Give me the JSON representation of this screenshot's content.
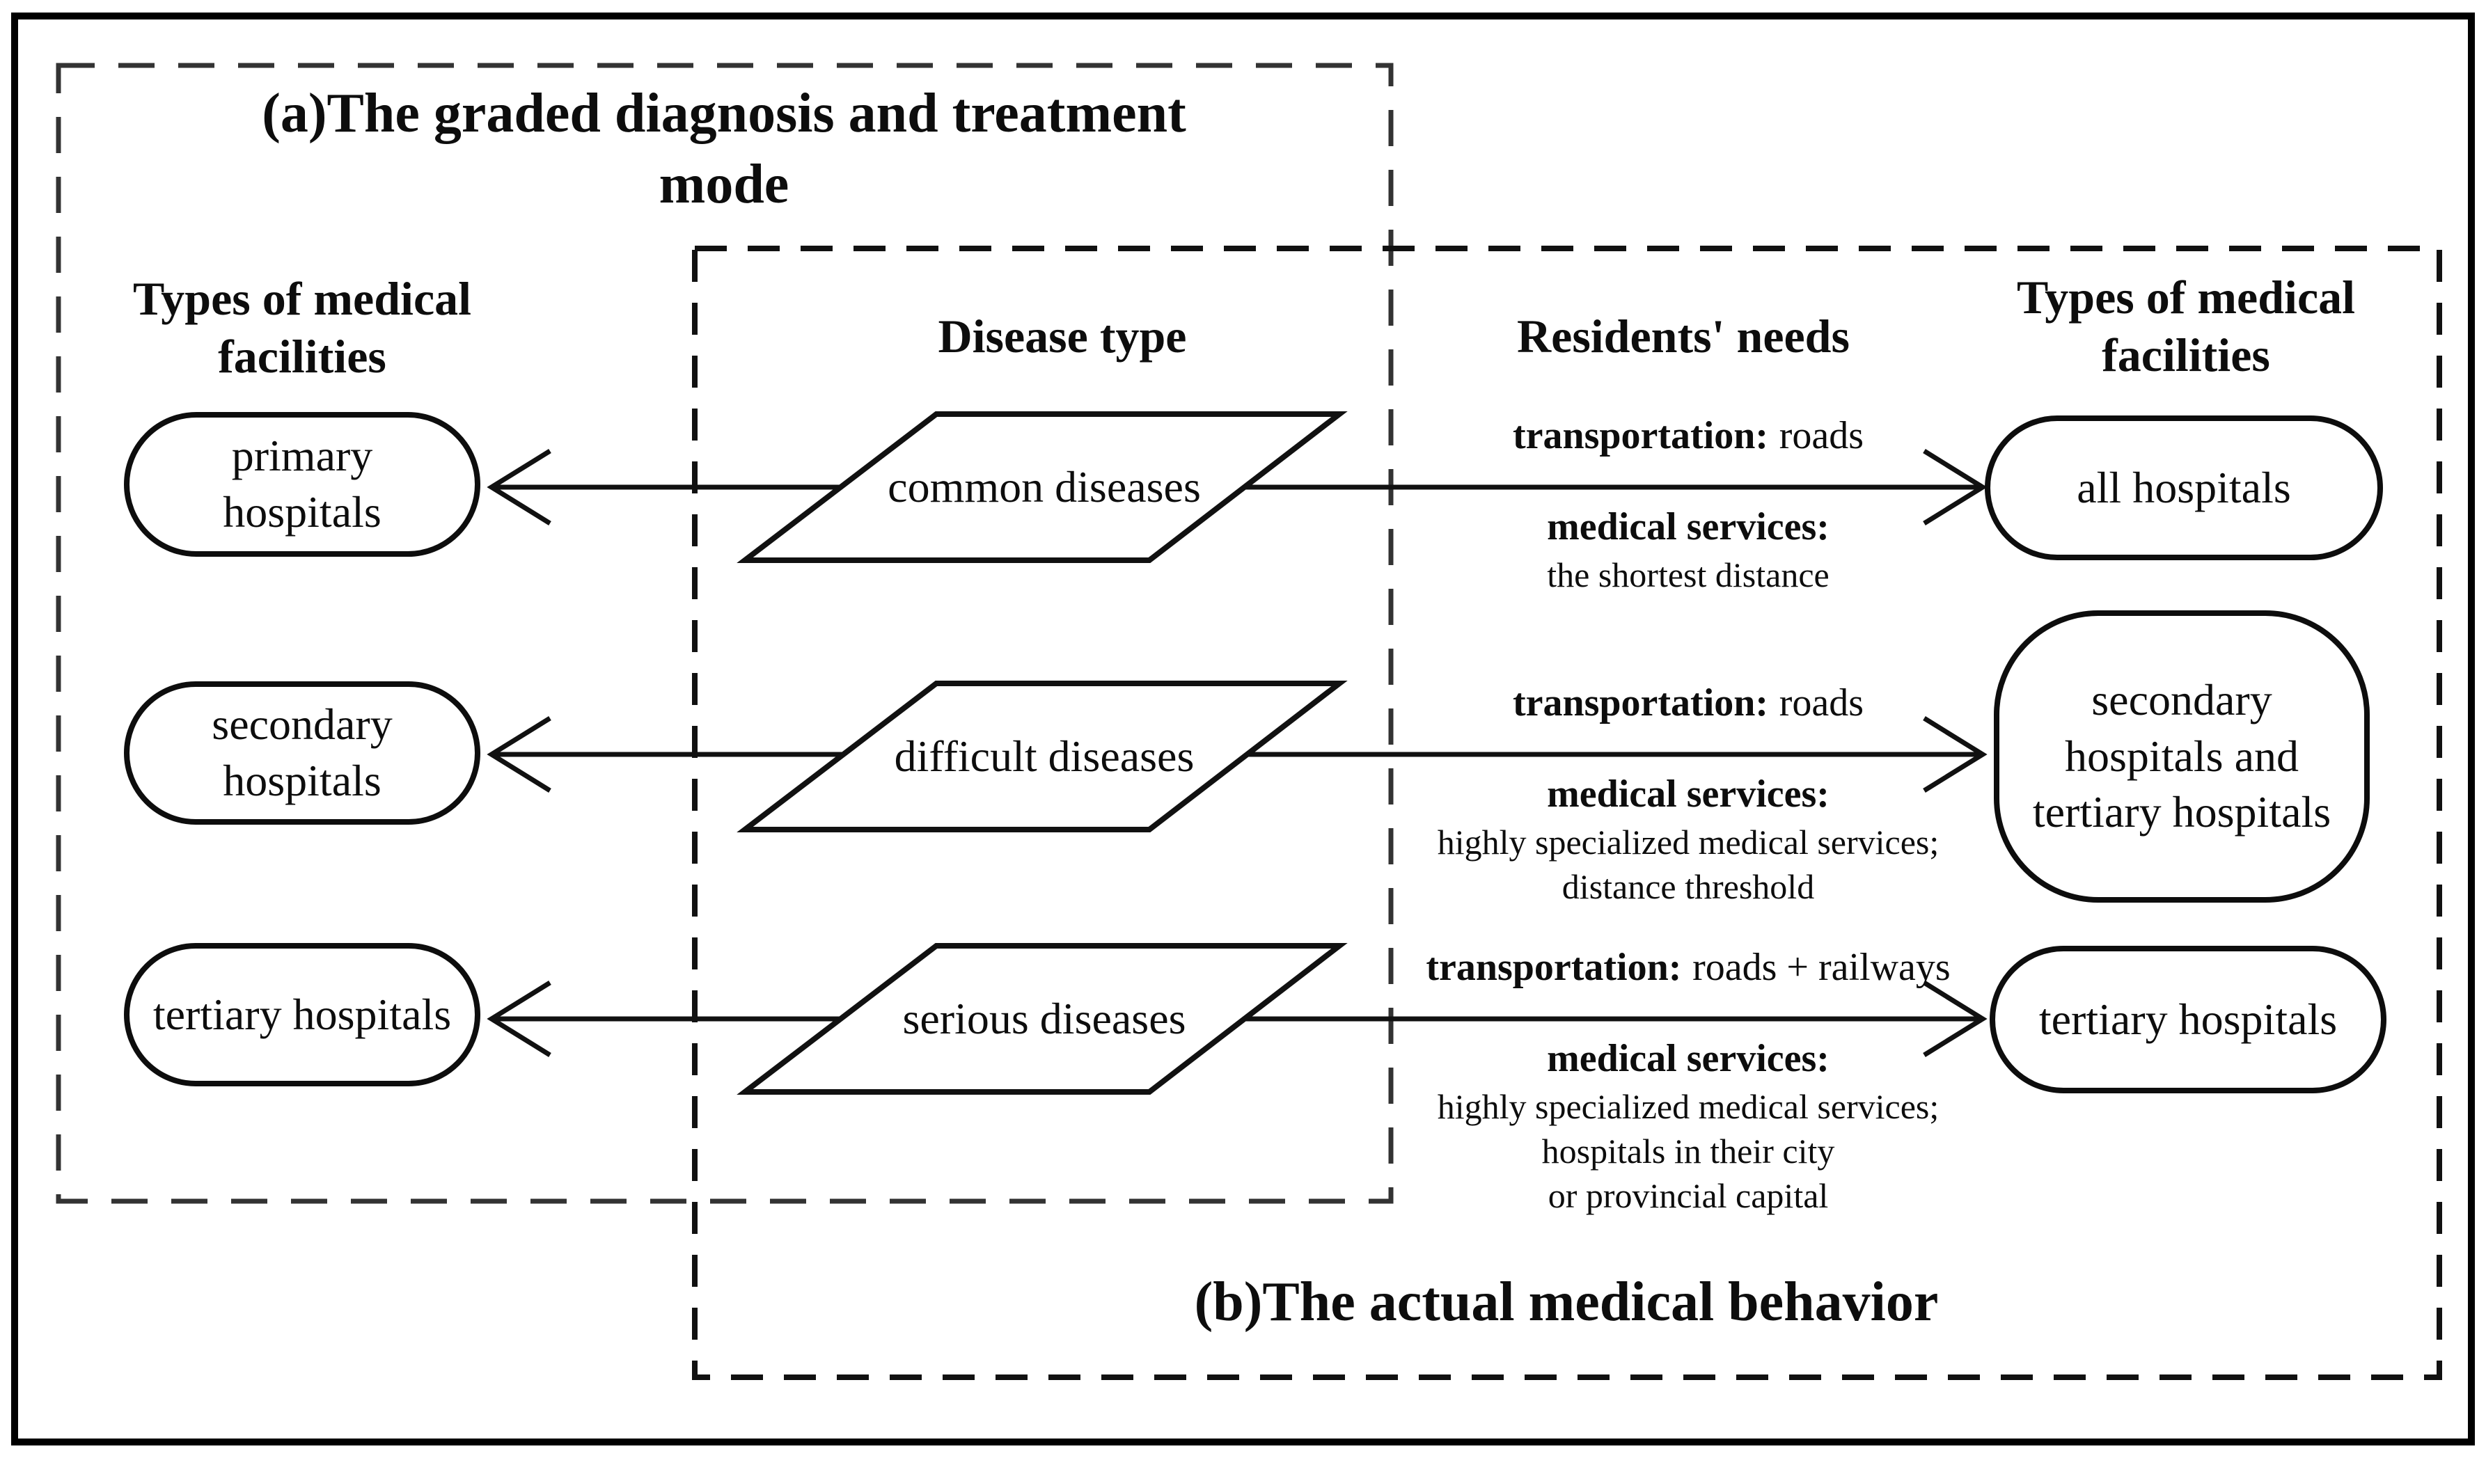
{
  "section_a": {
    "title_lines": [
      "(a)The graded diagnosis and treatment",
      "mode"
    ]
  },
  "section_b": {
    "title": "(b)The actual medical behavior"
  },
  "headers": {
    "graded_facilities": "Types of medical facilities",
    "disease_type": "Disease type",
    "residents_needs": "Residents' needs",
    "actual_facilities": "Types of medical facilities"
  },
  "rows": [
    {
      "graded_facility": "primary hospitals",
      "disease": "common diseases",
      "transportation_label": "transportation:",
      "transportation_value": "roads",
      "services_label": "medical services:",
      "services_lines": [
        "the shortest distance"
      ],
      "actual_facility": "all hospitals"
    },
    {
      "graded_facility": "secondary hospitals",
      "disease": "difficult diseases",
      "transportation_label": "transportation:",
      "transportation_value": "roads",
      "services_label": "medical services:",
      "services_lines": [
        "highly specialized medical services;",
        "distance threshold"
      ],
      "actual_facility": "secondary hospitals and tertiary hospitals"
    },
    {
      "graded_facility": "tertiary hospitals",
      "disease": "serious diseases",
      "transportation_label": "transportation:",
      "transportation_value": "roads + railways",
      "services_label": "medical services:",
      "services_lines": [
        "highly specialized medical services;",
        "hospitals in their city",
        "or provincial capital"
      ],
      "actual_facility": "tertiary hospitals"
    }
  ],
  "colors": {
    "stroke": "#111111",
    "dashed_box": "#2d2d2d",
    "background": "#ffffff"
  }
}
